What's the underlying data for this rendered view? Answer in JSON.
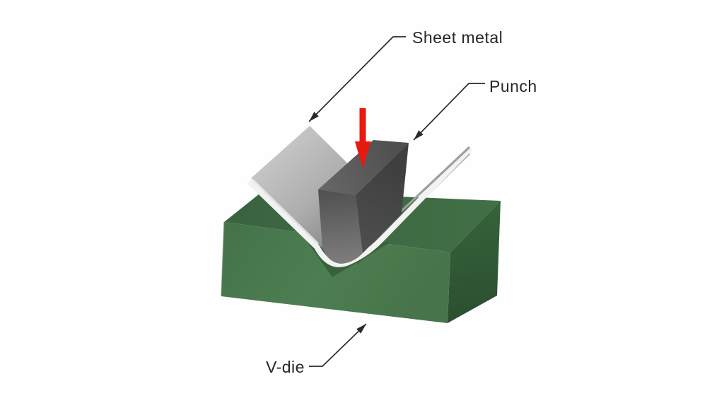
{
  "diagram": {
    "type": "v-bending-process-illustration",
    "background": "#fefefe",
    "callouts": {
      "sheet_metal": {
        "label": "Sheet metal"
      },
      "punch": {
        "label": "Punch"
      },
      "v_die": {
        "label": "V-die"
      }
    },
    "colors": {
      "die_front_green": "#4c7c50",
      "die_top_green": "#3e6943",
      "die_side_green": "#2f5534",
      "die_notch_green": "#39613d",
      "sheet_gray": "#b5b5b5",
      "sheet_edge_white": "#f2f3f1",
      "sheet_flange_gray_edge": "#9aa0a0",
      "punch_dark": "#454545",
      "punch_top_gray": "#5c5c5c",
      "force_arrow_red": "#e8190e",
      "callout_line": "#2a2a2a",
      "label_text": "#262626"
    }
  }
}
